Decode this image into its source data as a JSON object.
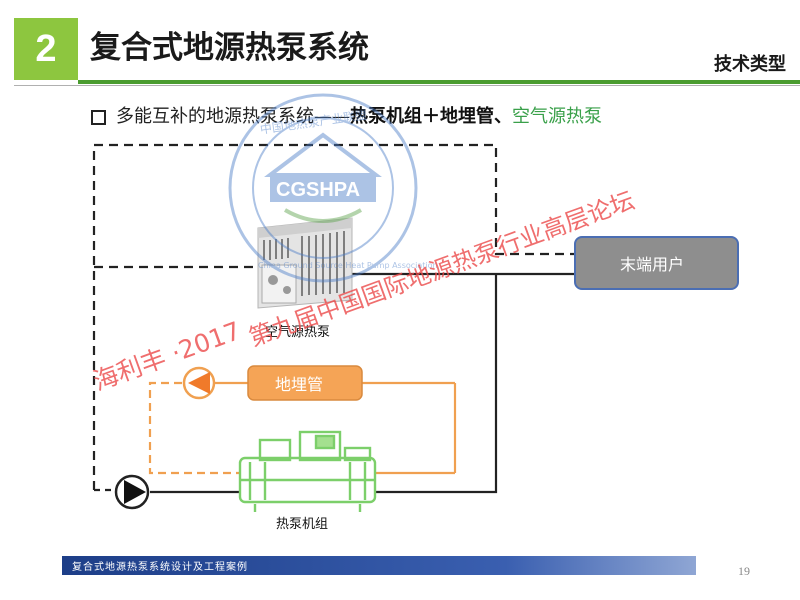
{
  "header": {
    "section_number": "2",
    "title": "复合式地源热泵系统",
    "category": "技术类型"
  },
  "bullet": {
    "part1": "多能互补的地源热泵系统——",
    "part2": "热泵机组＋地埋管、",
    "part3": "空气源热泵"
  },
  "diagram": {
    "end_user_label": "末端用户",
    "ground_pipe_label": "地埋管",
    "air_source_label": "空气源热泵",
    "heat_pump_unit_label": "热泵机组",
    "colors": {
      "supply_line": "#222222",
      "ground_loop": "#f0a050",
      "pipe_box": "#f5a456",
      "end_user_box": "#8e8e8e",
      "heat_pump_unit": "#7ccf6a"
    }
  },
  "watermark": {
    "logo_text": "CGSHPA",
    "logo_ring_cn": "中国地热泵产业联盟",
    "logo_ring_en": "China Ground Source Heat Pump Association",
    "overlay_left": "海利丰 ·2017",
    "overlay_right": "第九届中国国际地源热泵行业高层论坛"
  },
  "footer": {
    "text": "复合式地源热泵系统设计及工程案例",
    "page": "19"
  }
}
